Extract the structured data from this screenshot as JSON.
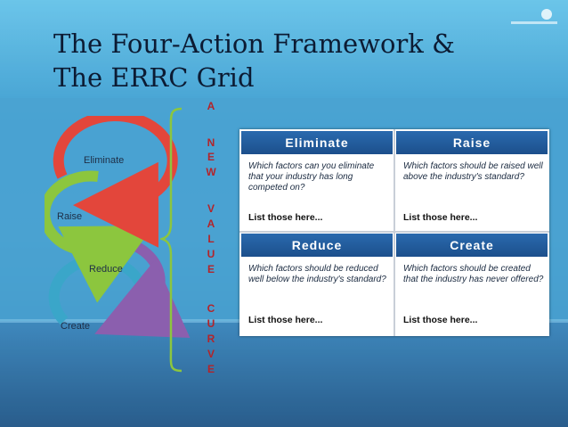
{
  "title": {
    "line1": "The Four-Action Framework &",
    "line2": "The ERRC Grid"
  },
  "vertical_text": [
    "A",
    "N",
    "E",
    "W",
    "V",
    "A",
    "L",
    "U",
    "E",
    "C",
    "U",
    "R",
    "V",
    "E"
  ],
  "cycle": {
    "items": [
      {
        "label": "Eliminate",
        "color": "#e3463b"
      },
      {
        "label": "Raise",
        "color": "#8cc63e"
      },
      {
        "label": "Reduce",
        "color": "#8b5fae"
      },
      {
        "label": "Create",
        "color": "#3aa6c9"
      }
    ]
  },
  "grid": {
    "cells": [
      {
        "header": "Eliminate",
        "question": "Which factors can you eliminate that your industry has long competed on?",
        "list": "List those here..."
      },
      {
        "header": "Raise",
        "question": "Which factors should be raised well above the industry's standard?",
        "list": "List those here..."
      },
      {
        "header": "Reduce",
        "question": "Which factors should be reduced well below the industry's standard?",
        "list": "List those here..."
      },
      {
        "header": "Create",
        "question": "Which factors should be created that the industry has never offered?",
        "list": "List those here..."
      }
    ]
  }
}
